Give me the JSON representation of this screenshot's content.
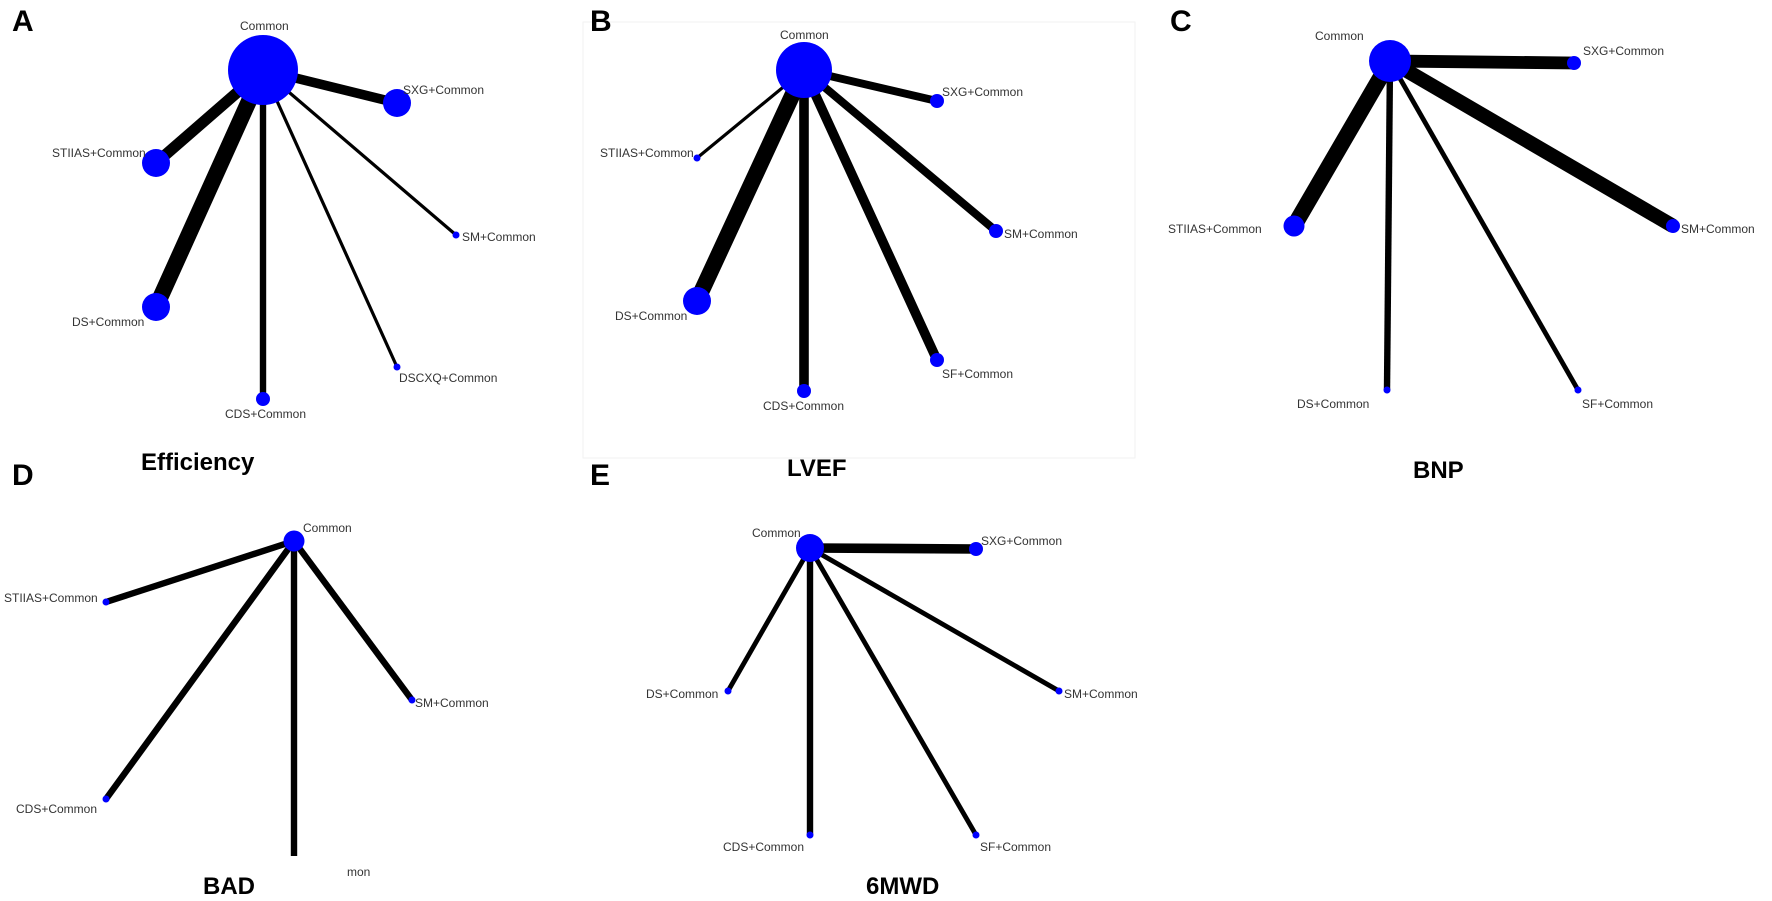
{
  "colors": {
    "node": "#0000ff",
    "edge": "#000000",
    "label": "#333333"
  },
  "panels": [
    {
      "letter": "A",
      "caption": "Efficiency",
      "nodes": [
        {
          "id": "Common",
          "label": "Common",
          "size": 5
        },
        {
          "id": "SXG+Common",
          "label": "SXG+Common",
          "size": 2
        },
        {
          "id": "STIIAS+Common",
          "label": "STIIAS+Common",
          "size": 2
        },
        {
          "id": "SM+Common",
          "label": "SM+Common",
          "size": 0.5
        },
        {
          "id": "DS+Common",
          "label": "DS+Common",
          "size": 2
        },
        {
          "id": "DSCXQ+Common",
          "label": "DSCXQ+Common",
          "size": 0.5
        },
        {
          "id": "CDS+Common",
          "label": "CDS+Common",
          "size": 1
        }
      ],
      "edges": [
        {
          "target": "SXG+Common",
          "weight": 3
        },
        {
          "target": "STIIAS+Common",
          "weight": 3.5
        },
        {
          "target": "SM+Common",
          "weight": 1
        },
        {
          "target": "DS+Common",
          "weight": 5
        },
        {
          "target": "DSCXQ+Common",
          "weight": 1
        },
        {
          "target": "CDS+Common",
          "weight": 2
        }
      ]
    },
    {
      "letter": "B",
      "caption": "LVEF",
      "nodes": [
        {
          "id": "Common",
          "label": "Common",
          "size": 4
        },
        {
          "id": "SXG+Common",
          "label": "SXG+Common",
          "size": 1
        },
        {
          "id": "STIIAS+Common",
          "label": "STIIAS+Common",
          "size": 0.5
        },
        {
          "id": "SM+Common",
          "label": "SM+Common",
          "size": 1
        },
        {
          "id": "DS+Common",
          "label": "DS+Common",
          "size": 2
        },
        {
          "id": "SF+Common",
          "label": "SF+Common",
          "size": 1
        },
        {
          "id": "CDS+Common",
          "label": "CDS+Common",
          "size": 1
        }
      ],
      "edges": [
        {
          "target": "SXG+Common",
          "weight": 2.5
        },
        {
          "target": "STIIAS+Common",
          "weight": 1
        },
        {
          "target": "SM+Common",
          "weight": 2.5
        },
        {
          "target": "DS+Common",
          "weight": 5
        },
        {
          "target": "SF+Common",
          "weight": 3
        },
        {
          "target": "CDS+Common",
          "weight": 3
        }
      ]
    },
    {
      "letter": "C",
      "caption": "BNP",
      "nodes": [
        {
          "id": "Common",
          "label": "Common",
          "size": 3
        },
        {
          "id": "SXG+Common",
          "label": "SXG+Common",
          "size": 1
        },
        {
          "id": "STIIAS+Common",
          "label": "STIIAS+Common",
          "size": 1.5
        },
        {
          "id": "SM+Common",
          "label": "SM+Common",
          "size": 1
        },
        {
          "id": "DS+Common",
          "label": "DS+Common",
          "size": 0.5
        },
        {
          "id": "SF+Common",
          "label": "SF+Common",
          "size": 0.5
        }
      ],
      "edges": [
        {
          "target": "SXG+Common",
          "weight": 4
        },
        {
          "target": "STIIAS+Common",
          "weight": 5
        },
        {
          "target": "SM+Common",
          "weight": 4.5
        },
        {
          "target": "DS+Common",
          "weight": 2
        },
        {
          "target": "SF+Common",
          "weight": 1.5
        }
      ]
    },
    {
      "letter": "D",
      "caption": "BAD",
      "stray_text": "mon",
      "nodes": [
        {
          "id": "Common",
          "label": "Common",
          "size": 1.5
        },
        {
          "id": "STIIAS+Common",
          "label": "STIIAS+Common",
          "size": 0.5
        },
        {
          "id": "SM+Common",
          "label": "SM+Common",
          "size": 0.5
        },
        {
          "id": "CDS+Common",
          "label": "CDS+Common",
          "size": 0.5
        }
      ],
      "edges": [
        {
          "target": "STIIAS+Common",
          "weight": 2
        },
        {
          "target": "SM+Common",
          "weight": 2
        },
        {
          "target": "CDS+Common",
          "weight": 2
        },
        {
          "target": "DANGLING",
          "weight": 2
        }
      ]
    },
    {
      "letter": "E",
      "caption": "6MWD",
      "nodes": [
        {
          "id": "Common",
          "label": "Common",
          "size": 2
        },
        {
          "id": "SXG+Common",
          "label": "SXG+Common",
          "size": 1
        },
        {
          "id": "DS+Common",
          "label": "DS+Common",
          "size": 0.5
        },
        {
          "id": "SM+Common",
          "label": "SM+Common",
          "size": 0.5
        },
        {
          "id": "CDS+Common",
          "label": "CDS+Common",
          "size": 0.5
        },
        {
          "id": "SF+Common",
          "label": "SF+Common",
          "size": 0.5
        }
      ],
      "edges": [
        {
          "target": "SXG+Common",
          "weight": 3
        },
        {
          "target": "DS+Common",
          "weight": 1.5
        },
        {
          "target": "SM+Common",
          "weight": 1.5
        },
        {
          "target": "CDS+Common",
          "weight": 2
        },
        {
          "target": "SF+Common",
          "weight": 1.5
        }
      ]
    }
  ]
}
